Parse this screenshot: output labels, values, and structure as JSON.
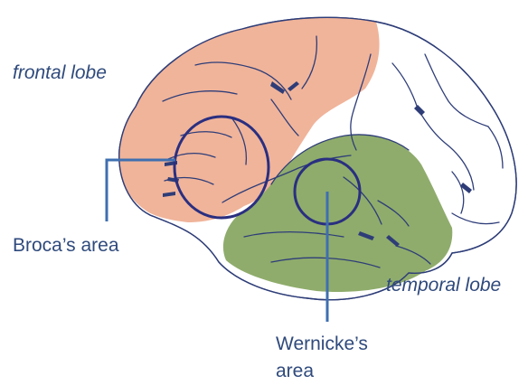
{
  "labels": {
    "frontal_lobe": "frontal lobe",
    "temporal_lobe": "temporal lobe",
    "broca_area": "Broca’s area",
    "wernicke_line1": "Wernicke’s",
    "wernicke_line2": "area"
  },
  "colors": {
    "frontal_fill": "#f0b49a",
    "temporal_fill": "#8fac6c",
    "outline": "#2e3d78",
    "pointer": "#3f6fb0",
    "label_text": "#2f4a7c"
  }
}
